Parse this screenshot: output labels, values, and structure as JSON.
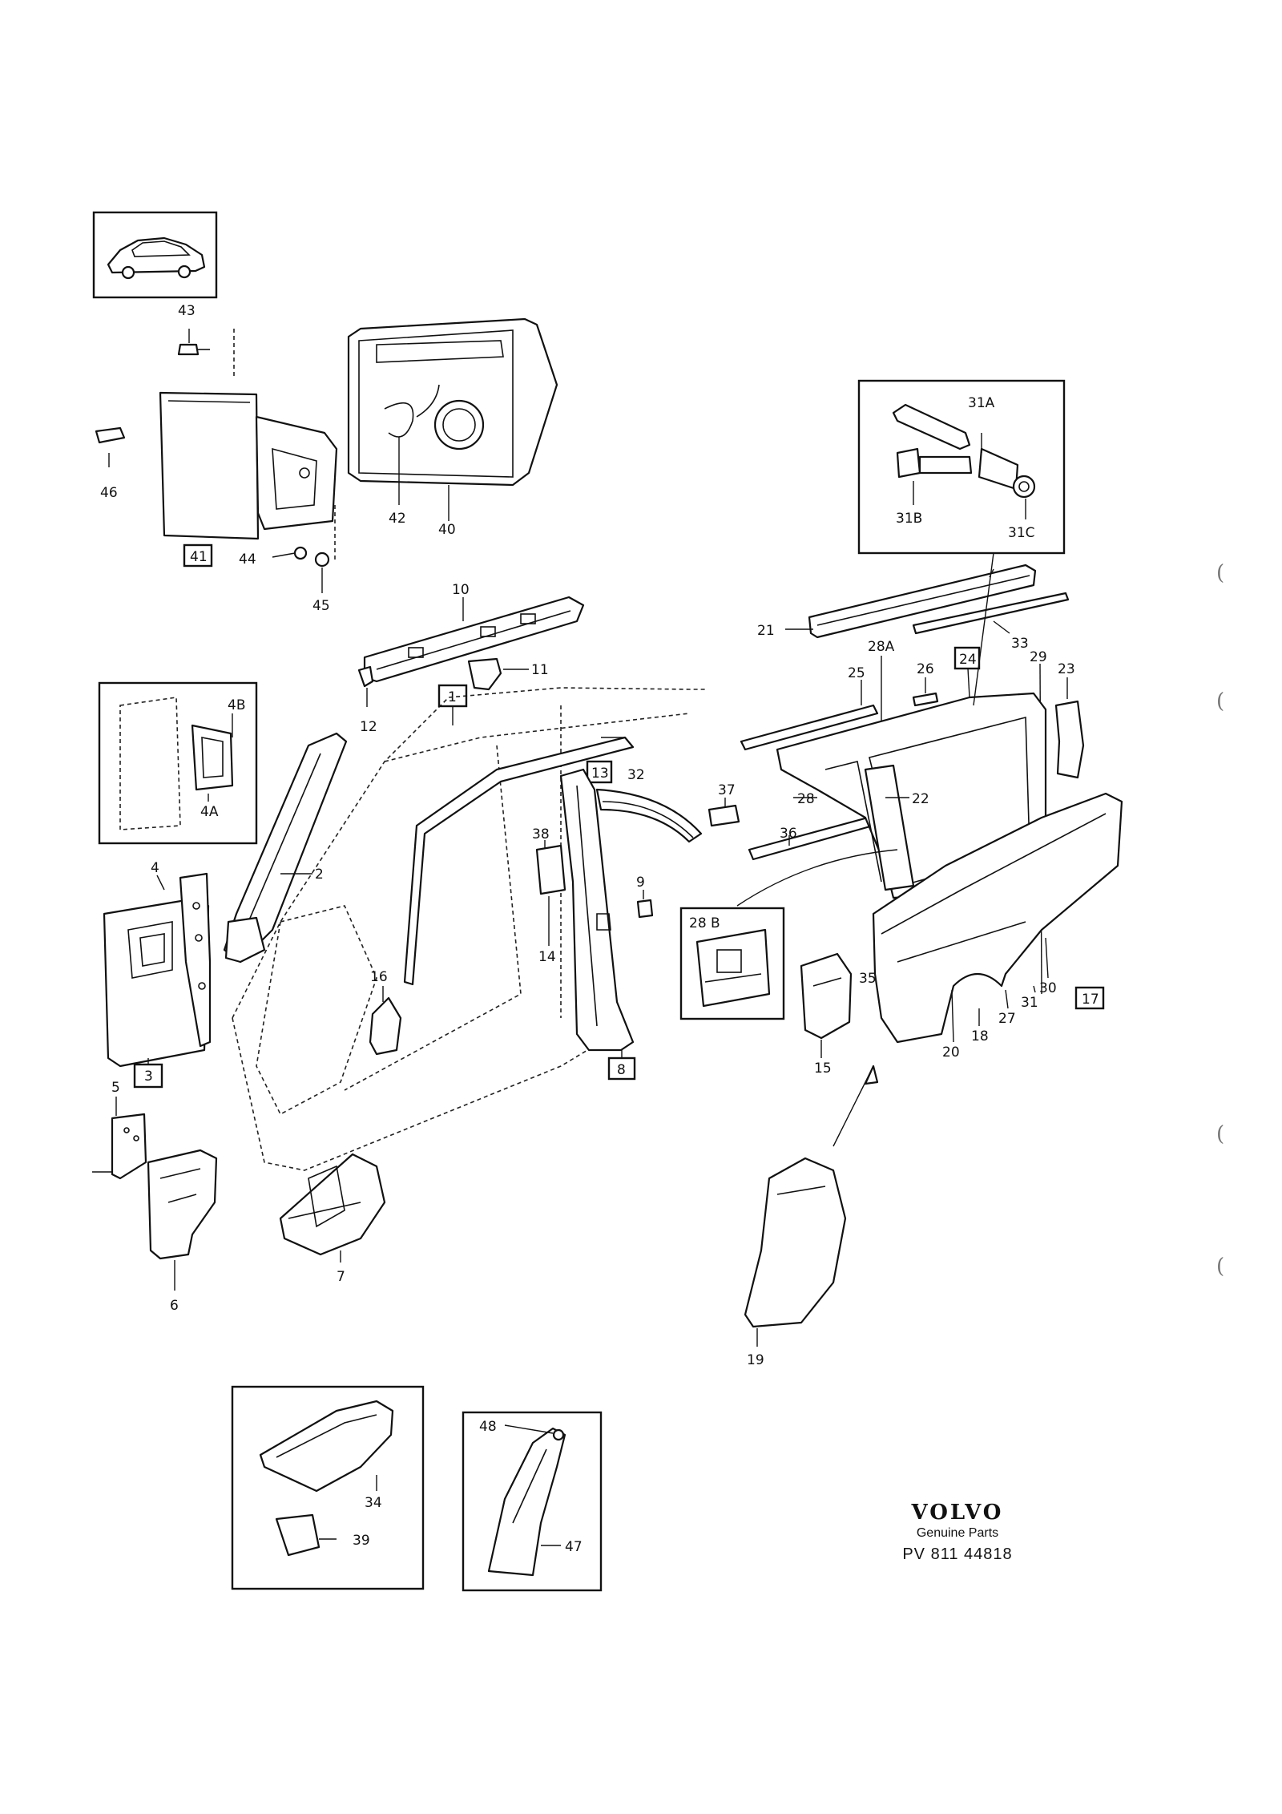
{
  "diagram": {
    "labels": {
      "l43": "43",
      "l46": "46",
      "l41": "41",
      "l44": "44",
      "l45": "45",
      "l42": "42",
      "l40": "40",
      "l10": "10",
      "l11": "11",
      "l12": "12",
      "l1": "1",
      "l4B": "4B",
      "l4A": "4A",
      "l2": "2",
      "l4": "4",
      "l3": "3",
      "l5": "5",
      "l6": "6",
      "l7": "7",
      "l16": "16",
      "l32": "32",
      "l13": "13",
      "l38": "38",
      "l14": "14",
      "l9": "9",
      "l8": "8",
      "l37": "37",
      "l31A": "31A",
      "l31B": "31B",
      "l31C": "31C",
      "l21": "21",
      "l33": "33",
      "l28A": "28A",
      "l25": "25",
      "l26": "26",
      "l24": "24",
      "l29": "29",
      "l23": "23",
      "l28": "28",
      "l22": "22",
      "l36": "36",
      "l28B": "28 B",
      "l35": "35",
      "l15": "15",
      "l20": "20",
      "l18": "18",
      "l27": "27",
      "l31": "31",
      "l30": "30",
      "l17": "17",
      "l19": "19",
      "l34": "34",
      "l39": "39",
      "l48": "48",
      "l47": "47"
    }
  },
  "brand": {
    "logo": "VOLVO",
    "subtitle": "Genuine Parts",
    "code": "PV 811 44818"
  },
  "margin_marks": [
    "(",
    "(",
    "(",
    "("
  ]
}
